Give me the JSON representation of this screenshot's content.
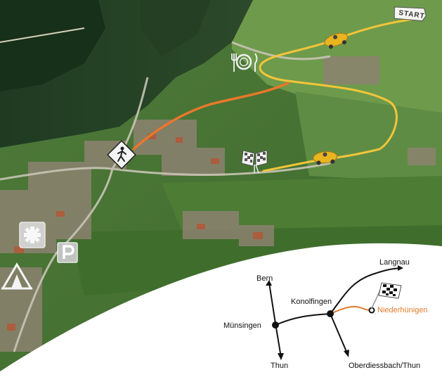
{
  "map": {
    "start_sign": "START",
    "route_colors": {
      "walk": "#e8782a",
      "race": "#f2c53a"
    },
    "icons": [
      "start-sign-icon",
      "restaurant-icon",
      "soapbox-car-icon",
      "checkered-finish-flags-icon",
      "pedestrian-sign-icon",
      "first-aid-icon",
      "parking-icon",
      "camping-tent-icon"
    ]
  },
  "inset": {
    "places": {
      "bern": "Bern",
      "langnau": "Langnau",
      "konolfingen": "Konolfingen",
      "niederhuenigen": "Niederhünigen",
      "muensingen": "Münsingen",
      "thun": "Thun",
      "oberdiessbach_thun": "Oberdiessbach/Thun"
    },
    "highlight_color": "#e07a2a"
  }
}
